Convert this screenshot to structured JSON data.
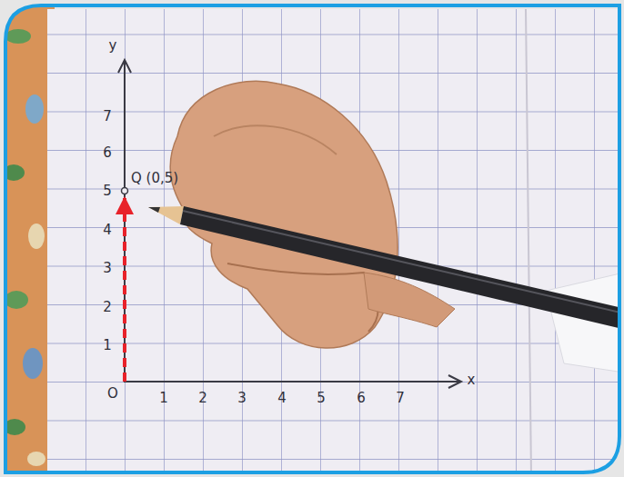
{
  "diagram": {
    "labels": [
      "y",
      "7",
      "6",
      "5",
      "4",
      "3",
      "2",
      "1",
      "O",
      "1",
      "2",
      "3",
      "4",
      "5",
      "6",
      "7",
      "x",
      "Q (0,5)"
    ]
  }
}
